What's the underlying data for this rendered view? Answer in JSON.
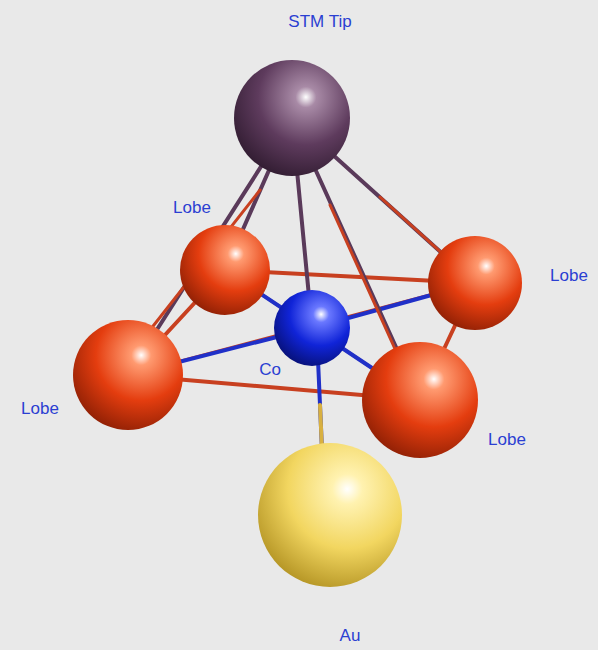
{
  "diagram": {
    "labels": [
      "STM Tip",
      "Lobe",
      "Lobe",
      "Lobe",
      "Lobe",
      "Co",
      "Au"
    ]
  }
}
